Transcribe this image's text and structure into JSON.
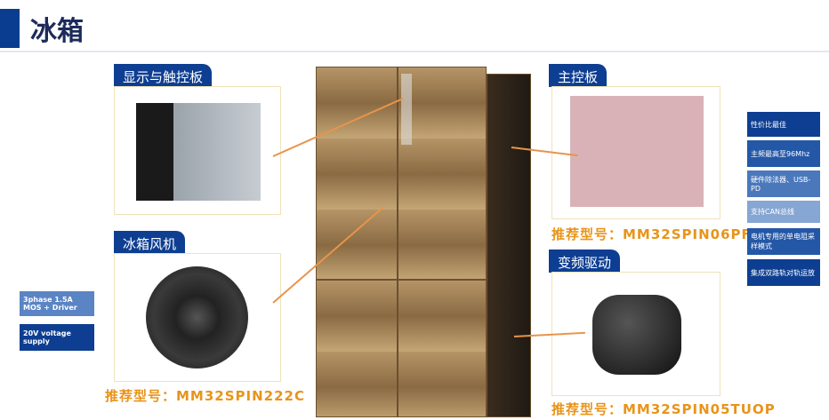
{
  "title": "冰箱",
  "sections": {
    "display": {
      "label": "显示与触控板"
    },
    "fan": {
      "label": "冰箱风机",
      "recommend": "推荐型号：MM32SPIN222C"
    },
    "main": {
      "label": "主控板",
      "recommend": "推荐型号：MM32SPIN06PF"
    },
    "inverter": {
      "label": "变频驱动",
      "recommend": "推荐型号：MM32SPIN05TUOP"
    }
  },
  "features": [
    {
      "text": "性价比最佳",
      "color": "#0d3e91"
    },
    {
      "text": "主频最高至96Mhz",
      "color": "#2457a6"
    },
    {
      "text": "硬件除法器、USB-PD",
      "color": "#4a78bb"
    },
    {
      "text": "支持CAN总线",
      "color": "#86a6d4"
    },
    {
      "text": "电机专用的单电阻采样模式",
      "color": "#2457a6"
    },
    {
      "text": "集成双路轨对轨运放",
      "color": "#0d3e91"
    }
  ],
  "left_features": [
    {
      "text": "3phase 1.5A MOS + Driver",
      "color": "#5a84c4"
    },
    {
      "text": "20V voltage supply",
      "color": "#0d3e91"
    }
  ]
}
